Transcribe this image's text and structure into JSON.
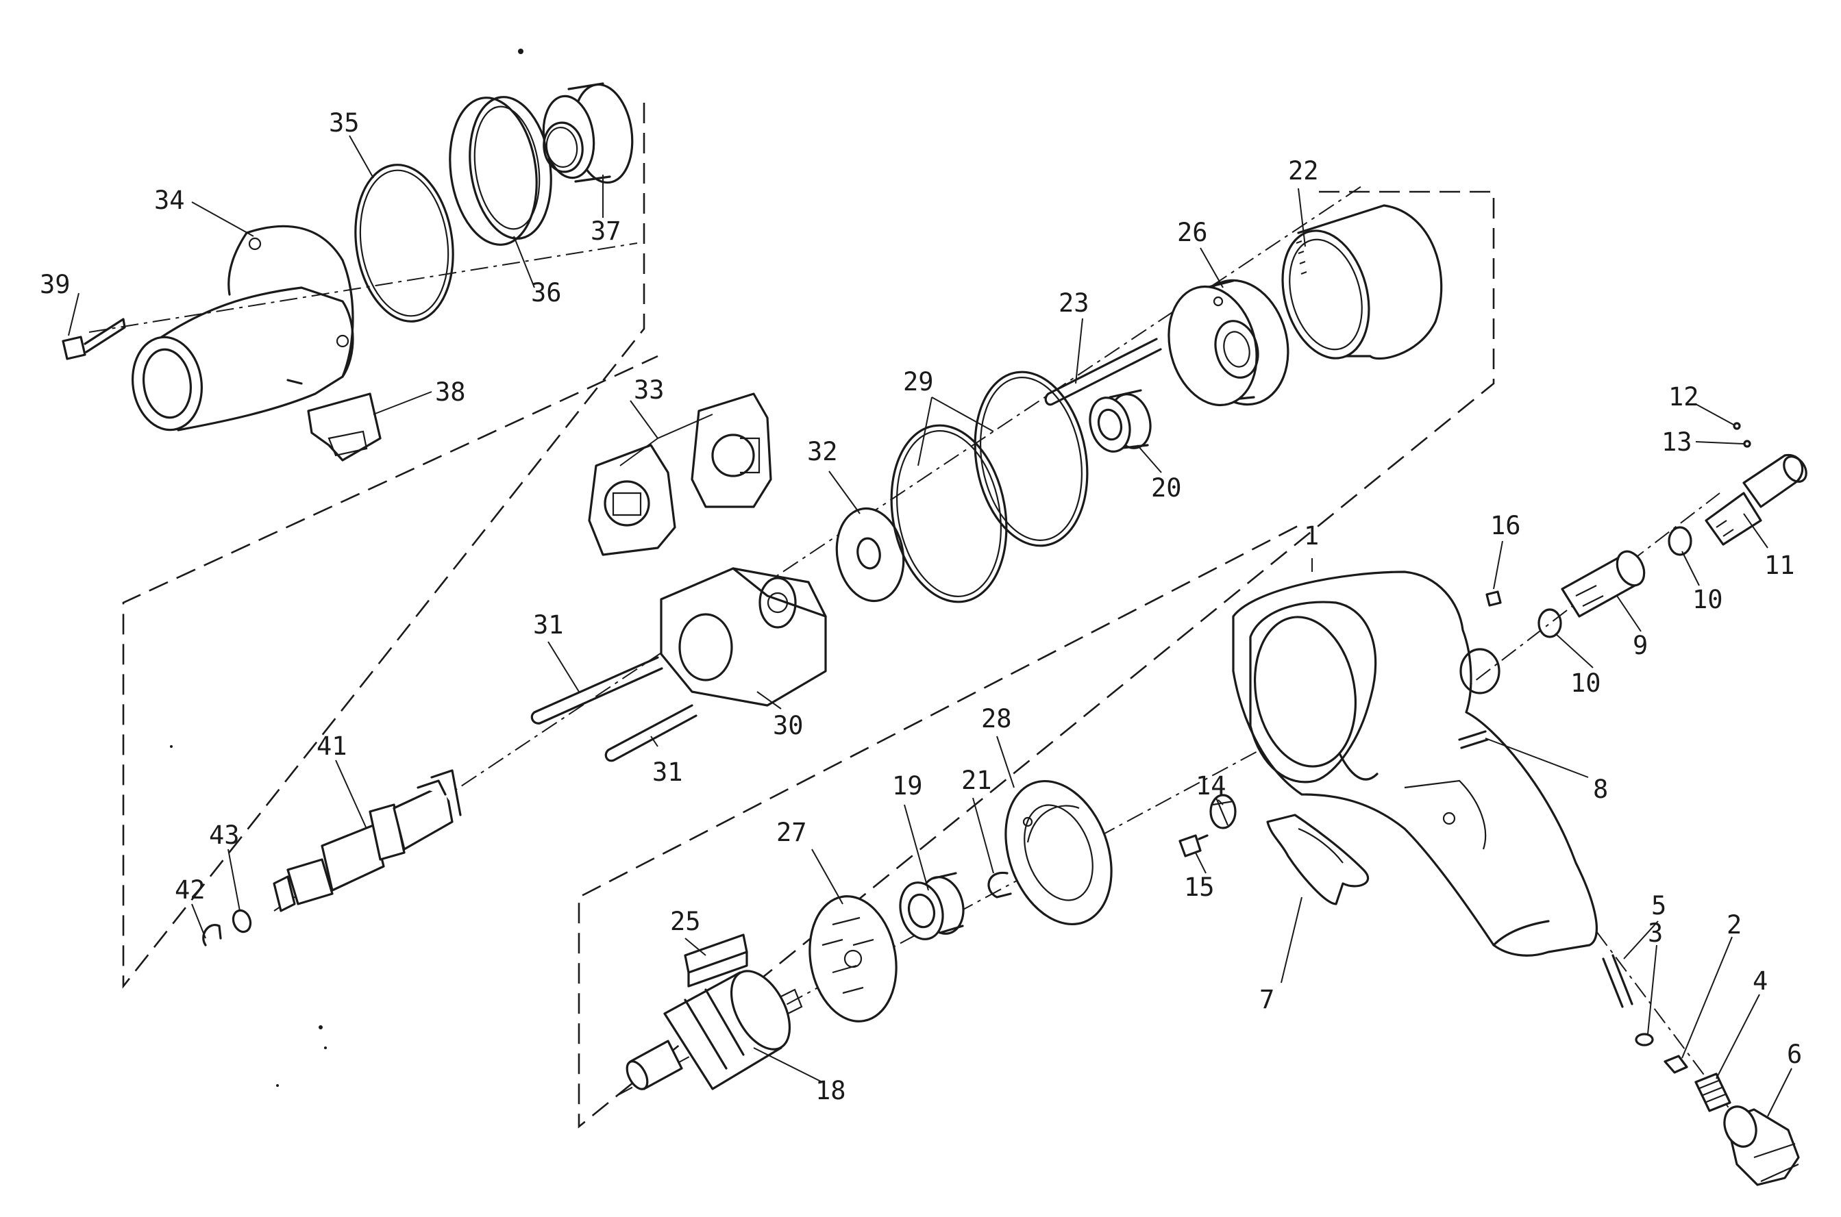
{
  "diagram": {
    "callouts": [
      {
        "id": "p1",
        "text": "1"
      },
      {
        "id": "p2",
        "text": "2"
      },
      {
        "id": "p3",
        "text": "3"
      },
      {
        "id": "p4",
        "text": "4"
      },
      {
        "id": "p5",
        "text": "5"
      },
      {
        "id": "p6",
        "text": "6"
      },
      {
        "id": "p7",
        "text": "7"
      },
      {
        "id": "p8",
        "text": "8"
      },
      {
        "id": "p9",
        "text": "9"
      },
      {
        "id": "p10a",
        "text": "10"
      },
      {
        "id": "p10b",
        "text": "10"
      },
      {
        "id": "p11",
        "text": "11"
      },
      {
        "id": "p12",
        "text": "12"
      },
      {
        "id": "p13",
        "text": "13"
      },
      {
        "id": "p14",
        "text": "14"
      },
      {
        "id": "p15",
        "text": "15"
      },
      {
        "id": "p16",
        "text": "16"
      },
      {
        "id": "p18",
        "text": "18"
      },
      {
        "id": "p19",
        "text": "19"
      },
      {
        "id": "p20",
        "text": "20"
      },
      {
        "id": "p21",
        "text": "21"
      },
      {
        "id": "p22",
        "text": "22"
      },
      {
        "id": "p23",
        "text": "23"
      },
      {
        "id": "p25",
        "text": "25"
      },
      {
        "id": "p26",
        "text": "26"
      },
      {
        "id": "p27",
        "text": "27"
      },
      {
        "id": "p28",
        "text": "28"
      },
      {
        "id": "p29",
        "text": "29"
      },
      {
        "id": "p30",
        "text": "30"
      },
      {
        "id": "p31a",
        "text": "31"
      },
      {
        "id": "p31b",
        "text": "31"
      },
      {
        "id": "p32",
        "text": "32"
      },
      {
        "id": "p33",
        "text": "33"
      },
      {
        "id": "p34",
        "text": "34"
      },
      {
        "id": "p35",
        "text": "35"
      },
      {
        "id": "p36",
        "text": "36"
      },
      {
        "id": "p37",
        "text": "37"
      },
      {
        "id": "p38",
        "text": "38"
      },
      {
        "id": "p39",
        "text": "39"
      },
      {
        "id": "p41",
        "text": "41"
      },
      {
        "id": "p42",
        "text": "42"
      },
      {
        "id": "p43",
        "text": "43"
      }
    ]
  }
}
